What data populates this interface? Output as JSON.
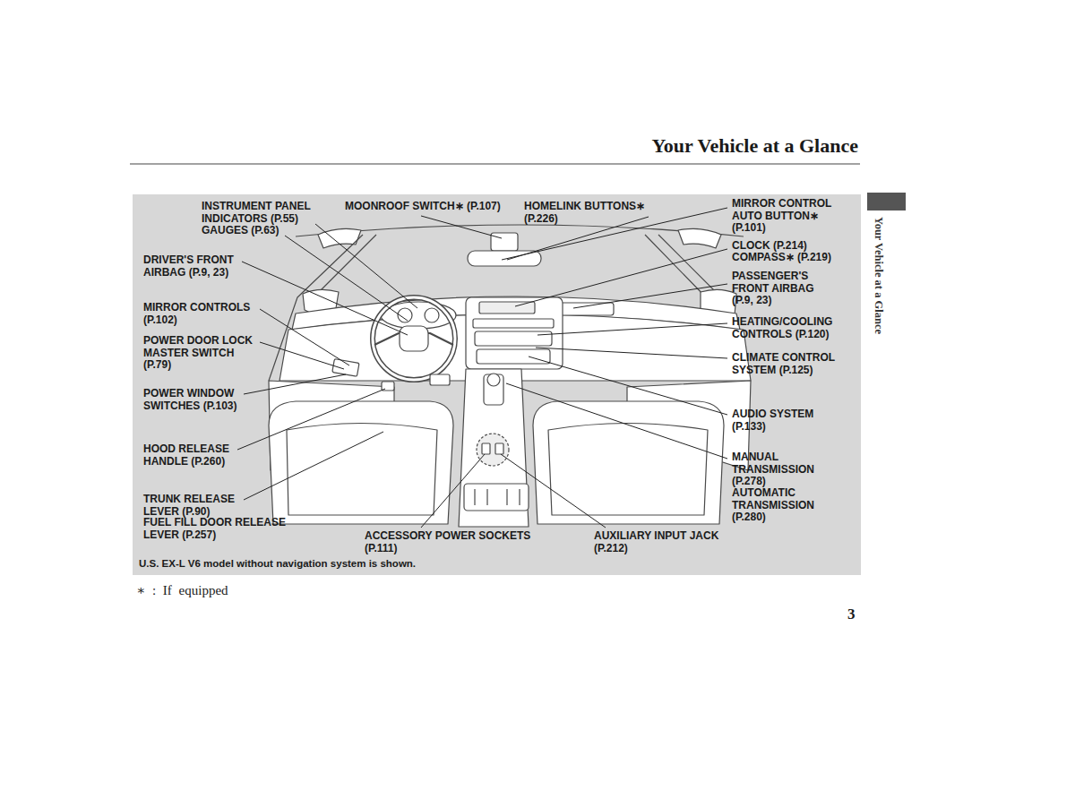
{
  "diagram": {
    "title": "Your Vehicle at a Glance",
    "caption": "U.S. EX-L V6 model without navigation system is shown.",
    "labels": [
      "INSTRUMENT PANEL INDICATORS (P.55)",
      "GAUGES (P.63)",
      "MOONROOF SWITCH∗ (P.107)",
      "HOMELINK BUTTONS∗ (P.226)",
      "MIRROR CONTROL AUTO BUTTON∗ (P.101)",
      "DRIVER'S FRONT AIRBAG (P.9, 23)",
      "CLOCK (P.214)",
      "COMPASS∗ (P.219)",
      "PASSENGER'S FRONT AIRBAG (P.9, 23)",
      "MIRROR CONTROLS (P.102)",
      "HEATING/COOLING CONTROLS (P.120)",
      "POWER DOOR LOCK MASTER SWITCH (P.79)",
      "CLIMATE CONTROL SYSTEM (P.125)",
      "POWER WINDOW SWITCHES (P.103)",
      "AUDIO SYSTEM (P.133)",
      "HOOD RELEASE HANDLE (P.260)",
      "MANUAL TRANSMISSION (P.278)",
      "AUTOMATIC TRANSMISSION (P.280)",
      "TRUNK RELEASE LEVER (P.90)",
      "FUEL FILL DOOR RELEASE LEVER (P.257)",
      "ACCESSORY POWER SOCKETS (P.111)",
      "AUXILIARY INPUT JACK (P.212)",
      "∗ : If equipped",
      "3",
      "Your Vehicle at a Glance"
    ]
  }
}
